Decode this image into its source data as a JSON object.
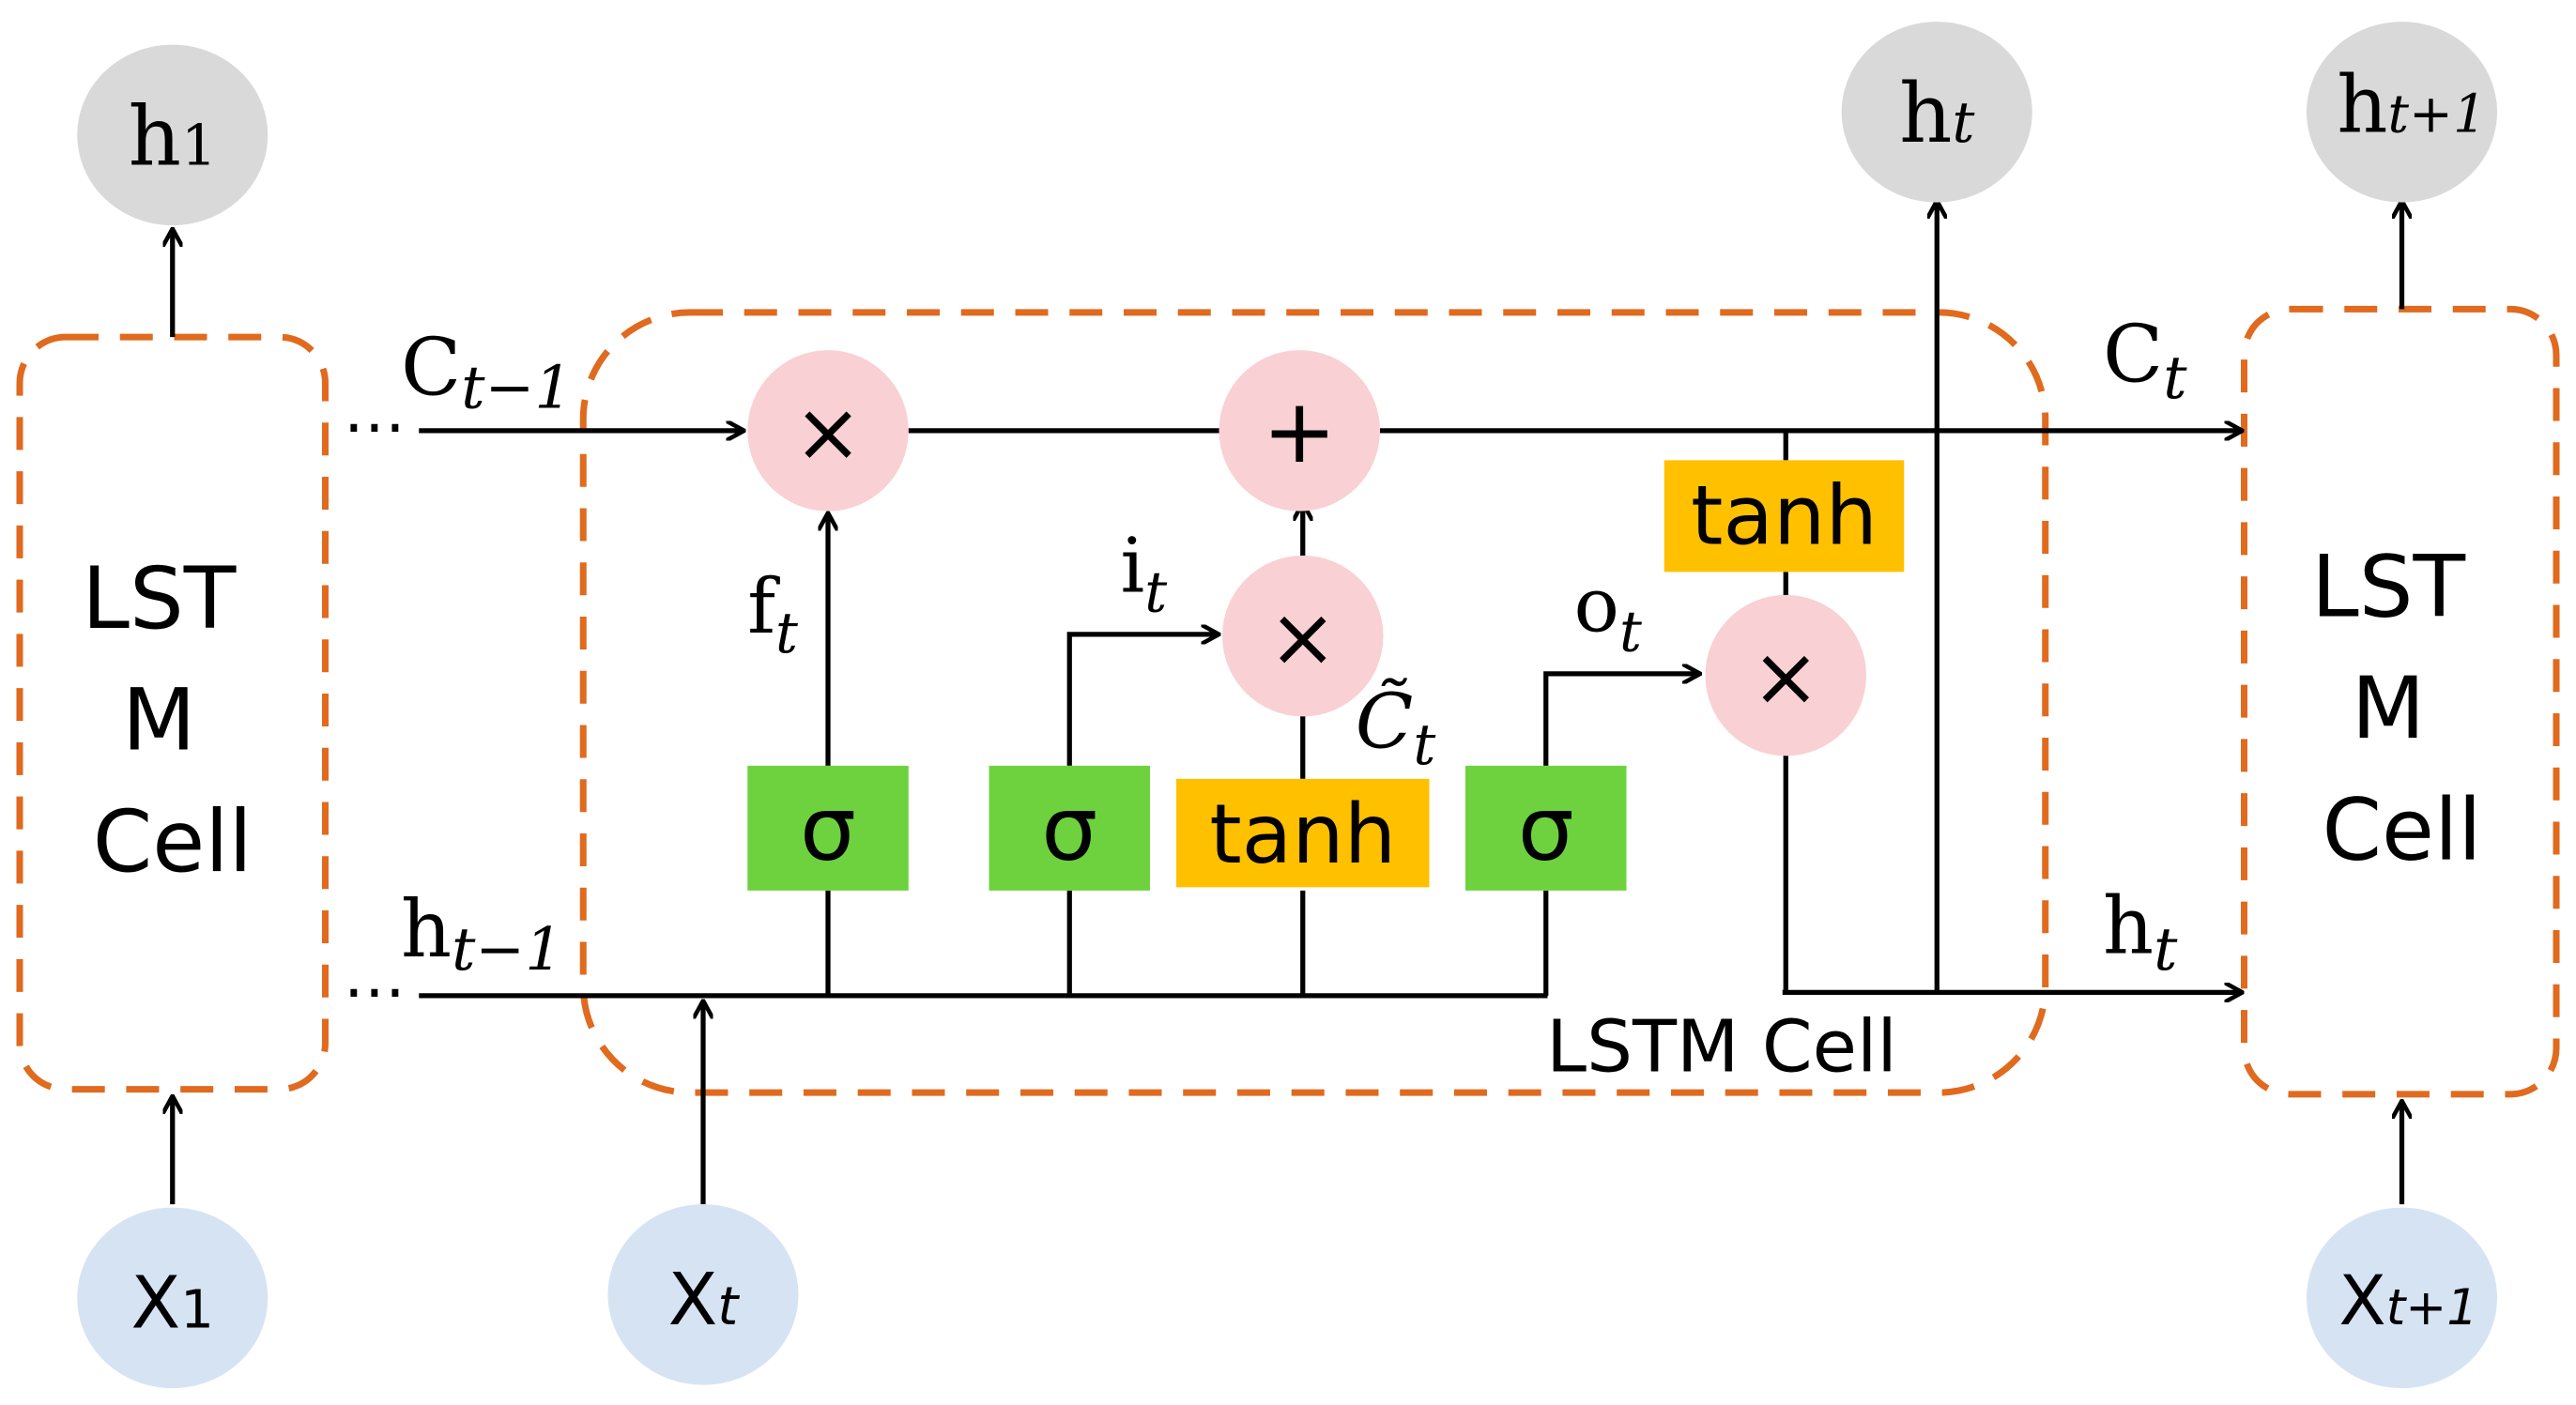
{
  "colors": {
    "dashed_border": "#e06a1e",
    "gate_sigma": "#6dd23e",
    "gate_tanh": "#ffc000",
    "pointwise_op": "#f9d0d3",
    "output_node": "#d9d9d9",
    "input_node": "#d6e3f3",
    "line": "#000000"
  },
  "cells": {
    "left": {
      "label_lines": [
        "LST",
        "M",
        "Cell"
      ]
    },
    "right": {
      "label_lines": [
        "LST",
        "M",
        "Cell"
      ]
    },
    "center": {
      "label": "LSTM Cell"
    }
  },
  "nodes": {
    "h1": {
      "base": "h",
      "sub": "1"
    },
    "ht": {
      "base": "h",
      "sub": "t"
    },
    "ht1": {
      "base": "h",
      "sub": "t+1"
    },
    "x1": {
      "base": "X",
      "sub": "1"
    },
    "xt": {
      "base": "X",
      "sub": "t"
    },
    "xt1": {
      "base": "X",
      "sub": "t+1"
    }
  },
  "ops": {
    "multiply": "×",
    "add": "+"
  },
  "gates": {
    "forget": "σ",
    "input": "σ",
    "candidate": "tanh",
    "output": "σ",
    "cell_tanh": "tanh"
  },
  "signals": {
    "c_prev": {
      "base": "C",
      "sub": "t−1"
    },
    "c_t": {
      "base": "C",
      "sub": "t"
    },
    "h_prev": {
      "base": "h",
      "sub": "t−1"
    },
    "h_t_out": {
      "base": "h",
      "sub": "t"
    },
    "f_t": {
      "base": "f",
      "sub": "t"
    },
    "i_t": {
      "base": "i",
      "sub": "t"
    },
    "o_t": {
      "base": "o",
      "sub": "t"
    },
    "c_tilde": {
      "base": "C̃",
      "sub": "t"
    },
    "ellipsis": "⋯"
  }
}
